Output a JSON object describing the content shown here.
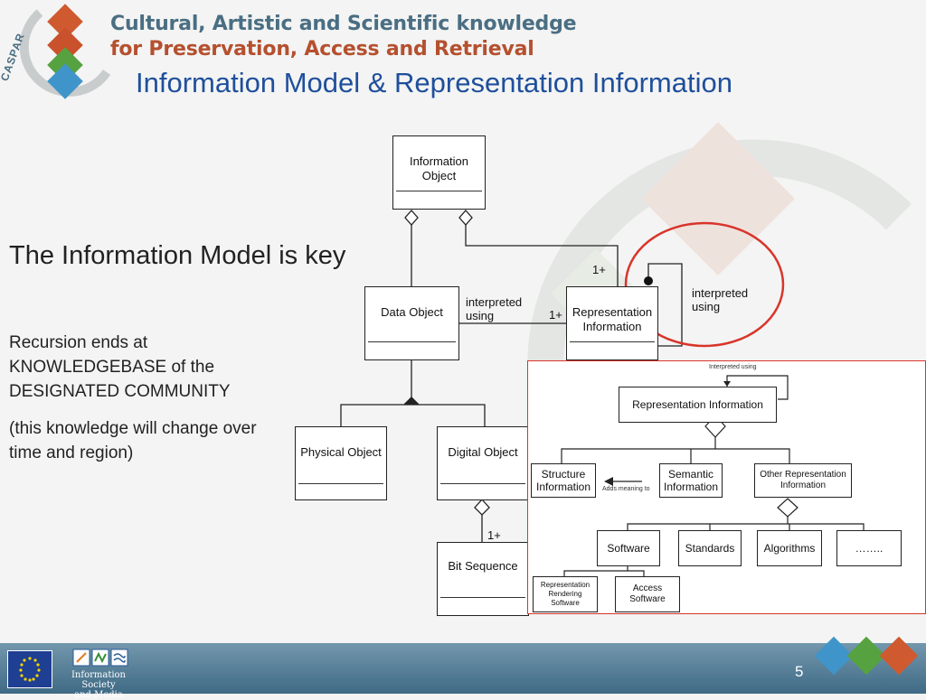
{
  "header": {
    "logo_text": "CASPAR",
    "line1": "Cultural, Artistic and Scientific knowledge",
    "line2": "for Preservation, Access and Retrieval",
    "title": "Information Model & Representation Information"
  },
  "left_text": {
    "heading": "The Information Model is key",
    "bullet1": "Recursion ends at KNOWLEDGEBASE of the DESIGNATED COMMUNITY",
    "bullet2": "(this knowledge will change over time and region)"
  },
  "diagram": {
    "information_object": "Information Object",
    "data_object": "Data Object",
    "representation_information": "Representation Information",
    "physical_object": "Physical Object",
    "digital_object": "Digital Object",
    "bit_sequence": "Bit Sequence",
    "edge_interpreted_using": "interpreted using",
    "edge_interpreted_using_loop": "interpreted using",
    "mult_1plus_top": "1+",
    "mult_1plus_mid": "1+",
    "mult_1plus_bit": "1+"
  },
  "inset": {
    "interpreted_using": "Interpreted using",
    "representation_information": "Representation Information",
    "structure_information": "Structure Information",
    "adds_meaning_to": "Adds meaning to",
    "semantic_information": "Semantic Information",
    "other_representation_information": "Other Representation Information",
    "software": "Software",
    "standards": "Standards",
    "algorithms": "Algorithms",
    "ellipsis": "……..",
    "representation_rendering_software": "Representation Rendering Software",
    "access_software": "Access Software"
  },
  "footer": {
    "isl_line1": "Information Society",
    "isl_line2": "and Media",
    "page_number": "5"
  },
  "colors": {
    "title_blue": "#1f4f9c",
    "header_teal": "#4a6e83",
    "header_rust": "#b5502f",
    "highlight_red": "#d9342b",
    "footer_blue": "#3f6a85"
  }
}
